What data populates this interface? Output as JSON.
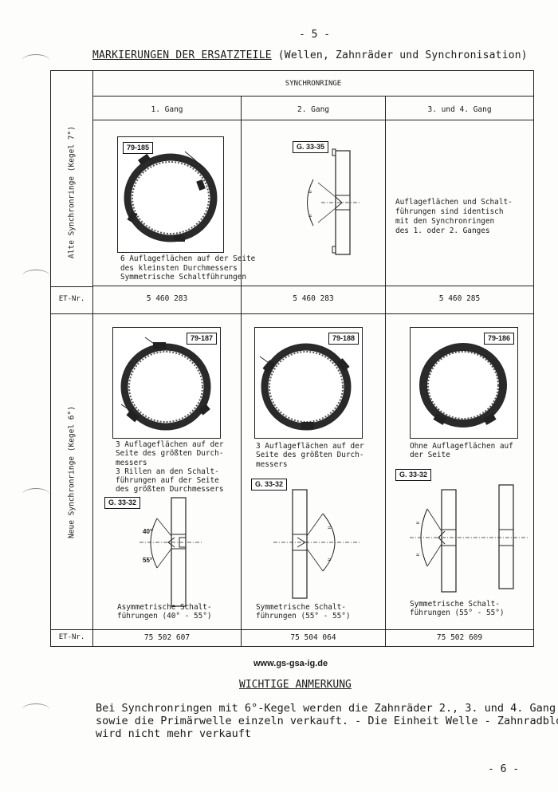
{
  "page_number_top": "- 5 -",
  "heading": {
    "underlined": "MARKIERUNGEN DER ERSATZTEILE",
    "rest": " (Wellen, Zahnräder und Synchronisation)"
  },
  "table": {
    "group_header": "SYNCHRONRINGE",
    "columns": [
      "1. Gang",
      "2. Gang",
      "3. und 4. Gang"
    ],
    "rows": [
      {
        "label": "Alte Synchronringe (Kegel 7°)",
        "cells": [
          {
            "tag": "79-185",
            "text": "6 Auflageflächen auf der Seite\ndes kleinsten Durchmessers\nSymmetrische Schaltführungen"
          },
          {
            "tag": "G. 33-35",
            "text": ""
          },
          {
            "tag": "",
            "text": "Auflageflächen und Schalt-\nführungen sind identisch\nmit den Synchronringen\ndes 1. oder 2. Ganges"
          }
        ]
      },
      {
        "label": "Neue Synchronringe (Kegel 6°)",
        "cells": [
          {
            "tag": "79-187",
            "text": "3 Auflageflächen auf der\nSeite des größten Durch-\nmessers\n3 Rillen an den Schalt-\nführungen auf der Seite\ndes größten Durchmessers",
            "drawing_tag": "G. 33-32",
            "caption": "Asymmetrische Schalt-\nführungen (40° - 55°)",
            "angle_a": "40°",
            "angle_b": "55°"
          },
          {
            "tag": "79-188",
            "text": "3 Auflageflächen auf der\nSeite des größten Durch-\nmessers",
            "drawing_tag": "G. 33-32",
            "caption": "Symmetrische Schalt-\nführungen (55° - 55°)"
          },
          {
            "tag": "79-186",
            "text": "Ohne Auflageflächen auf\nder Seite",
            "drawing_tag": "G. 33-32",
            "caption": "Symmetrische Schalt-\nführungen (55° - 55°)"
          }
        ]
      }
    ],
    "et_rows": [
      {
        "label": "ET-Nr.",
        "values": [
          "5 460 283",
          "5 460 283",
          "5 460 285"
        ]
      },
      {
        "label": "ET-Nr.",
        "values": [
          "75 502 607",
          "75 504 064",
          "75 502 609"
        ]
      }
    ]
  },
  "website": "www.gs-gsa-ig.de",
  "note": {
    "heading": "WICHTIGE ANMERKUNG",
    "lines": [
      "Bei Synchronringen mit 6°-Kegel werden die Zahnräder 2., 3. und 4. Gang",
      "sowie die Primärwelle einzeln verkauft. - Die Einheit Welle - Zahnradblock",
      "wird nicht mehr verkauft"
    ]
  },
  "page_number_bottom": "- 6 -"
}
